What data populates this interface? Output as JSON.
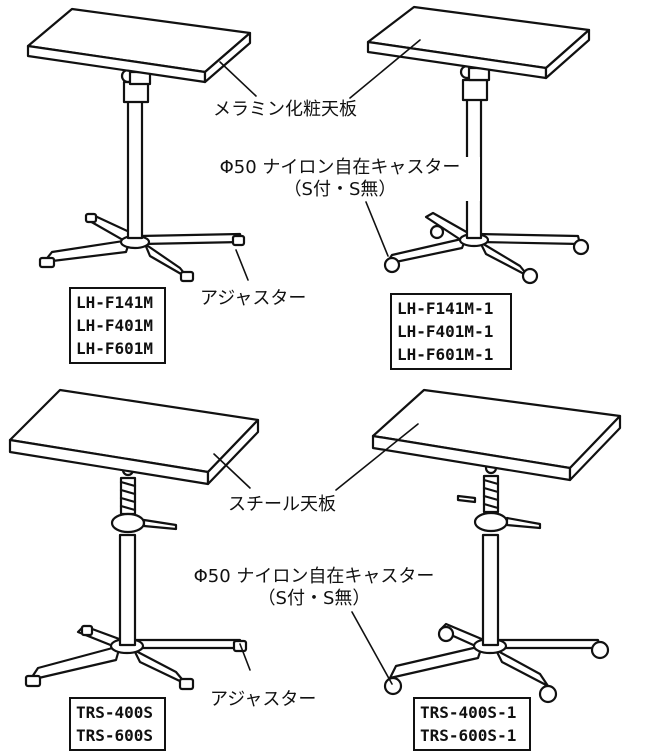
{
  "labels": {
    "melamine_top": "メラミン化粧天板",
    "steel_top": "スチール天板",
    "caster_line1": "Φ50 ナイロン自在キャスター",
    "caster_line2": "（S付・S無）",
    "adjuster": "アジャスター"
  },
  "models": {
    "top_left": [
      "LH-F141M",
      "LH-F401M",
      "LH-F601M"
    ],
    "top_right": [
      "LH-F141M-1",
      "LH-F401M-1",
      "LH-F601M-1"
    ],
    "bottom_left": [
      "TRS-400S",
      "TRS-600S"
    ],
    "bottom_right": [
      "TRS-400S-1",
      "TRS-600S-1"
    ]
  },
  "colors": {
    "line": "#111111",
    "background": "#ffffff"
  }
}
